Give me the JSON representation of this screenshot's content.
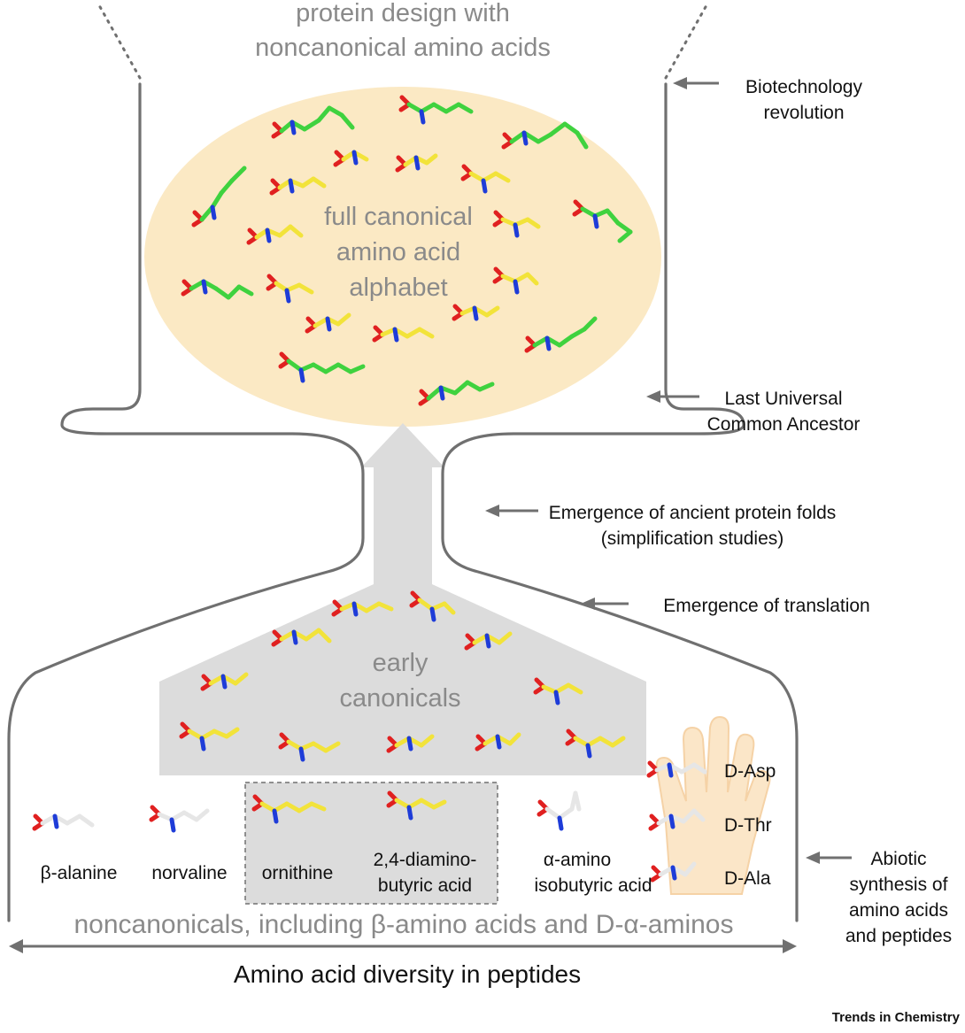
{
  "title": {
    "line1": "protein design with",
    "line2": "noncanonical amino acids"
  },
  "center_labels": {
    "canonical_line1": "full canonical",
    "canonical_line2": "amino acid",
    "canonical_line3": "alphabet",
    "early_line1": "early",
    "early_line2": "canonicals"
  },
  "milestones": {
    "biotech_line1": "Biotechnology",
    "biotech_line2": "revolution",
    "luca_line1": "Last Universal",
    "luca_line2": "Common Ancestor",
    "folds_line1": "Emergence of ancient protein folds",
    "folds_line2": "(simplification studies)",
    "translation": "Emergence of translation",
    "abiotic_line1": "Abiotic",
    "abiotic_line2": "synthesis of",
    "abiotic_line3": "amino acids",
    "abiotic_line4": "and peptides"
  },
  "noncanonicals": {
    "beta_alanine": "β-alanine",
    "norvaline": "norvaline",
    "ornithine": "ornithine",
    "dab_line1": "2,4-diamino-",
    "dab_line2": "butyric acid",
    "aib_line1": "α-amino",
    "aib_line2": "isobutyric acid",
    "d_asp": "D-Asp",
    "d_thr": "D-Thr",
    "d_ala": "D-Ala"
  },
  "bottom": {
    "noncanonicals_label": "noncanonicals, including β-amino acids and D-α-aminos",
    "axis_label": "Amino acid diversity in peptides",
    "credit": "Trends in Chemistry"
  },
  "colors": {
    "ellipse_fill": "#fbe9c4",
    "gray_box": "#dcdcdc",
    "funnel_line": "#707070",
    "carbon_green": "#3fd23f",
    "carbon_yellow": "#f2e33a",
    "carbon_white": "#e6e6e6",
    "oxygen": "#e02020",
    "nitrogen": "#1e3cd8"
  }
}
